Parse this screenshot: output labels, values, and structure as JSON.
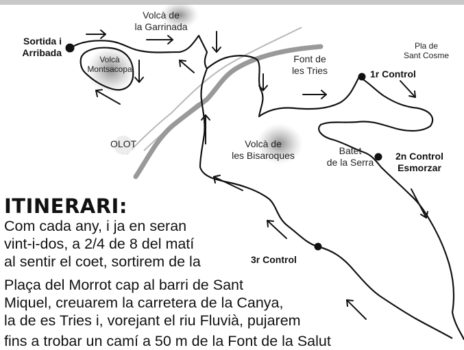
{
  "places": {
    "start": [
      "Sortida i",
      "Arribada"
    ],
    "garrinada": [
      "Volcà de",
      "la Garrinada"
    ],
    "montsacopa": [
      "Volcà",
      "Montsacopa"
    ],
    "font_tries": [
      "Font de",
      "les Tries"
    ],
    "sant_cosme": [
      "Pla de",
      "Sant Cosme"
    ],
    "olot": "OLOT",
    "bisaroques": [
      "Volcà de",
      "les Bisaroques"
    ],
    "batet": [
      "Batet",
      "de la Serra"
    ]
  },
  "controls": {
    "c1": "1r Control",
    "c2": [
      "2n Control",
      "Esmorzar"
    ],
    "c3": "3r Control"
  },
  "itinerary": {
    "title": "ITINERARI:",
    "lines": [
      "Com cada any, i ja en seran",
      "vint-i-dos, a 2/4 de 8 del matí",
      "al sentir el coet, sortirem de la",
      "Plaça del Morrot cap al barri de Sant",
      "Miquel, creuarem la carretera de la Canya,",
      "la de es Tries i, vorejant el riu Fluvià, pujarem",
      "fins a trobar un camí a 50 m de la Font de la Salut"
    ]
  },
  "colors": {
    "route": "#111111",
    "road_main": "#9a9a9a",
    "road_minor": "#b5b5b5",
    "top_band": "#c8c8c8",
    "volcano_shade": "#888888"
  }
}
